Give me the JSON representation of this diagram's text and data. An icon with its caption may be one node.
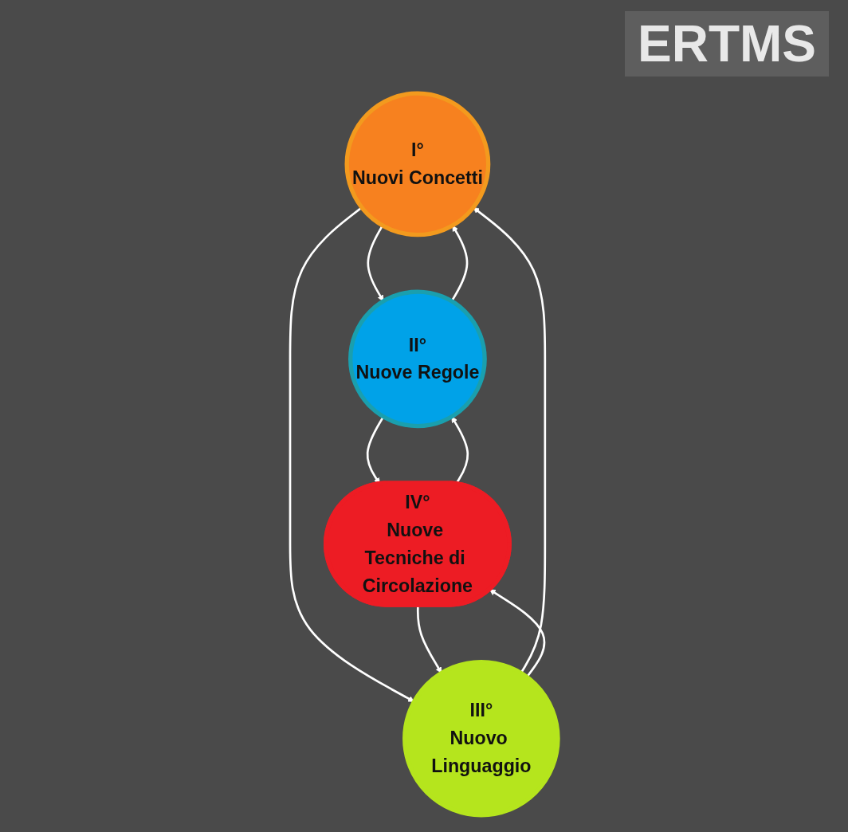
{
  "diagram": {
    "title": "ERTMS",
    "nodes": [
      {
        "text": [
          "I°",
          "Nuovi Concetti"
        ]
      },
      {
        "text": [
          "III°",
          "Nuovo Linguaggio"
        ]
      },
      {
        "text": [
          "IV°",
          "Nuove Tecniche di Circolazione"
        ]
      },
      {
        "text": [
          "II°",
          "Nuove Regole"
        ]
      }
    ],
    "edges": [
      {
        "from": 3,
        "to": 0,
        "arrow": "to"
      },
      {
        "from": 0,
        "to": 3,
        "arrow": "to"
      },
      {
        "from": 0,
        "to": 1,
        "arrow": "to"
      },
      {
        "from": 1,
        "to": 0,
        "arrow": "to"
      },
      {
        "from": 1,
        "to": 2,
        "arrow": "to"
      },
      {
        "from": 2,
        "to": 1,
        "arrow": "to"
      },
      {
        "from": 3,
        "to": 2,
        "arrow": "to"
      },
      {
        "from": 2,
        "to": 3,
        "arrow": "to"
      }
    ]
  }
}
